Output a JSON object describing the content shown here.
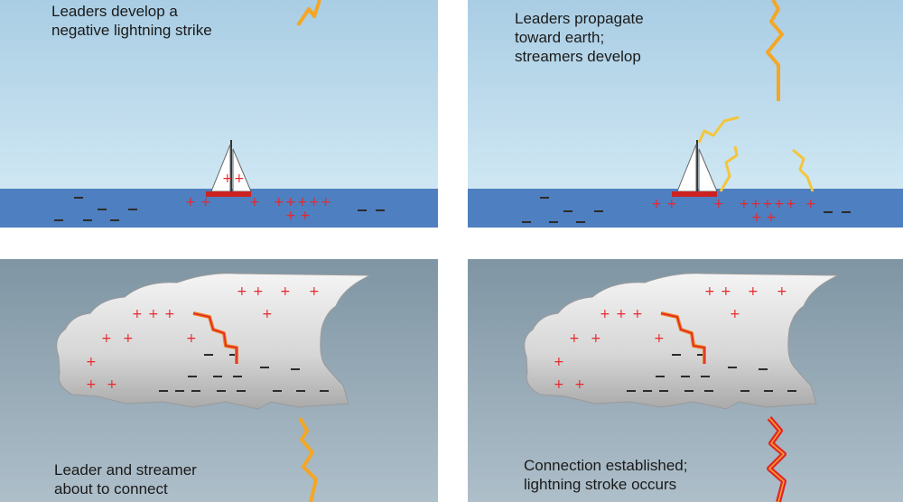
{
  "panels": [
    {
      "caption": "Leaders develop a\nnegative lightning strike"
    },
    {
      "caption": "Leaders  propagate\ntoward earth;\nstreamers develop"
    },
    {
      "caption": "Leader and streamer\nabout to connect"
    },
    {
      "caption": "Connection established;\nlightning stroke occurs"
    }
  ],
  "colors": {
    "sky_top": "#a9cde4",
    "sky_bottom": "#cfe7f3",
    "sea": "#4e7fc0",
    "storm_top": "#7f95a3",
    "storm_bottom": "#aebfca",
    "leader": "#f5a623",
    "streamer": "#f3c63a",
    "stroke": "#e0262b",
    "charge_plus": "#e8262b",
    "charge_minus": "#2b2b2b",
    "hull": "#cc2222"
  }
}
